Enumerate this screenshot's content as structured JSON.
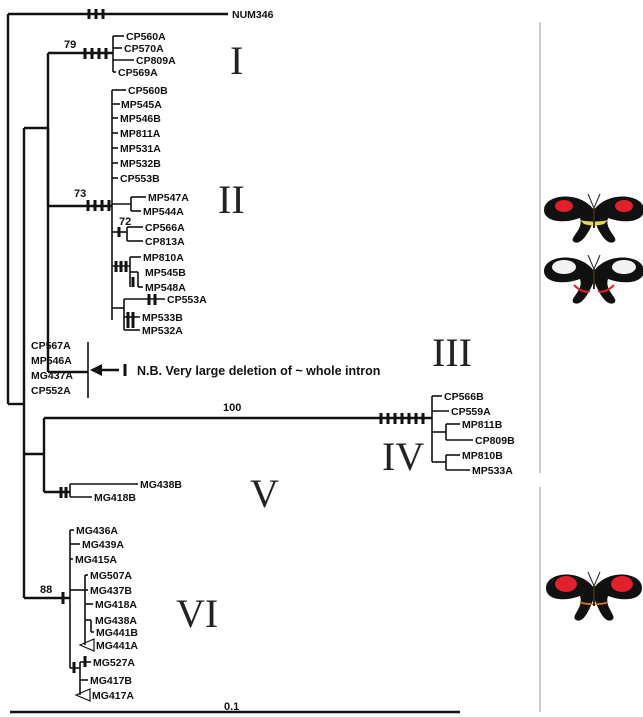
{
  "tree": {
    "outgroup_label": "NUM346",
    "clades": [
      {
        "label": "I",
        "leaves": [
          "CP560A",
          "CP570A",
          "CP809A",
          "CP569A"
        ],
        "support": "79"
      },
      {
        "label": "II",
        "leaves": [
          "CP560B",
          "MP545A",
          "MP546B",
          "MP811A",
          "MP531A",
          "MP532B",
          "CP553B",
          "MP547A",
          "MP544A",
          "CP566A",
          "CP813A",
          "MP810A",
          "MP545B",
          "MP548A",
          "CP553A",
          "MP533B",
          "MP532A"
        ],
        "support": "73",
        "inner_support": "72"
      },
      {
        "label": "III",
        "leaves": [
          "CP567A",
          "MP546A",
          "MG437A",
          "CP552A"
        ],
        "note": "N.B. Very large deletion of ~ whole intron"
      },
      {
        "label": "IV",
        "leaves": [
          "CP566B",
          "CP559A",
          "MP811B",
          "CP809B",
          "MP810B",
          "MP533A"
        ],
        "support": "100"
      },
      {
        "label": "V",
        "leaves": [
          "MG438B",
          "MG418B"
        ]
      },
      {
        "label": "VI",
        "leaves": [
          "MG436A",
          "MG439A",
          "MG415A",
          "MG507A",
          "MG437B",
          "MG418A",
          "MG438A",
          "MG441B",
          "MG441A",
          "MG527A",
          "MG417B",
          "MG417A"
        ],
        "support": "88"
      }
    ],
    "scale_label": "0.1"
  },
  "photos": [
    {
      "icon": "butterfly-red-yellow-band-icon",
      "colors": {
        "wing": "#111111",
        "patch": "#e0202a",
        "band": "#e8d84a"
      }
    },
    {
      "icon": "butterfly-red-white-band-icon",
      "colors": {
        "wing": "#111111",
        "patch": "#e0202a",
        "band": "#f2f2f2"
      }
    },
    {
      "icon": "butterfly-red-patch-icon",
      "colors": {
        "wing": "#111111",
        "patch": "#e0202a",
        "band": "#e07a20"
      }
    }
  ]
}
